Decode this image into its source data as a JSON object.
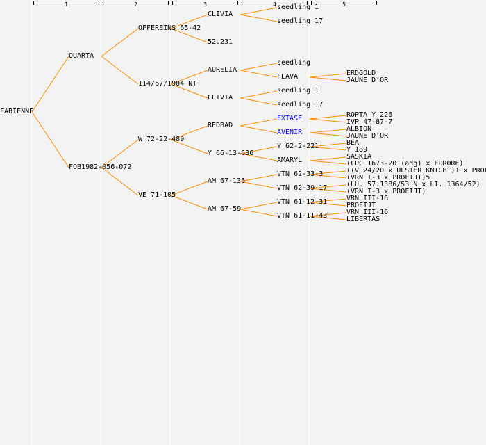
{
  "generation_headers": [
    "1",
    "2",
    "3",
    "4",
    "5"
  ],
  "colors": {
    "line": "#ff8c00",
    "text": "#000000",
    "highlight": "#0000ff",
    "background": "#f3f3f3"
  },
  "tree": {
    "name": "FABIENNE",
    "children": [
      {
        "name": "QUARTA",
        "children": [
          {
            "name": "OFFEREINS 65-42",
            "children": [
              {
                "name": "CLIVIA",
                "children": [
                  {
                    "name": "seedling 1"
                  },
                  {
                    "name": "seedling 17"
                  }
                ]
              },
              {
                "name": "52.231"
              }
            ]
          },
          {
            "name": "114/67/1904 NT",
            "children": [
              {
                "name": "AURELIA",
                "children": [
                  {
                    "name": "seedling"
                  },
                  {
                    "name": "FLAVA",
                    "children": [
                      {
                        "name": "ERDGOLD"
                      },
                      {
                        "name": "JAUNE D'OR"
                      }
                    ]
                  }
                ]
              },
              {
                "name": "CLIVIA",
                "children": [
                  {
                    "name": "seedling 1"
                  },
                  {
                    "name": "seedling 17"
                  }
                ]
              }
            ]
          }
        ]
      },
      {
        "name": "FOB1982-056-072",
        "children": [
          {
            "name": "W 72-22-489",
            "children": [
              {
                "name": "REDBAD",
                "children": [
                  {
                    "name": "EXTASE",
                    "highlight": true,
                    "children": [
                      {
                        "name": "ROPTA Y 226"
                      },
                      {
                        "name": "IVP 47-87-7"
                      }
                    ]
                  },
                  {
                    "name": "AVENIR",
                    "highlight": true,
                    "children": [
                      {
                        "name": "ALBION"
                      },
                      {
                        "name": "JAUNE D'OR"
                      }
                    ]
                  }
                ]
              },
              {
                "name": "Y 66-13-636",
                "children": [
                  {
                    "name": "Y 62-2-221",
                    "children": [
                      {
                        "name": "BEA"
                      },
                      {
                        "name": "Y 189"
                      }
                    ]
                  },
                  {
                    "name": "AMARYL",
                    "children": [
                      {
                        "name": "SASKIA"
                      },
                      {
                        "name": "(CPC 1673-20 (adg) x FURORE)"
                      }
                    ]
                  }
                ]
              }
            ]
          },
          {
            "name": "VE 71-105",
            "children": [
              {
                "name": "AM 67-136",
                "children": [
                  {
                    "name": "VTN 62-33-3",
                    "children": [
                      {
                        "name": "((V 24/20 x ULSTER KNIGHT)1 x PROF"
                      },
                      {
                        "name": "(VRN I-3 x PROFIJT)5"
                      }
                    ]
                  },
                  {
                    "name": "VTN 62-39-17",
                    "children": [
                      {
                        "name": "(LU. 57.1386/53 N x LI. 1364/52)"
                      },
                      {
                        "name": "(VRN I-3 x PROFIJT)"
                      }
                    ]
                  }
                ]
              },
              {
                "name": "AM 67-59",
                "children": [
                  {
                    "name": "VTN 61-12-31",
                    "children": [
                      {
                        "name": "VRN III-16"
                      },
                      {
                        "name": "PROFIJT"
                      }
                    ]
                  },
                  {
                    "name": "VTN 61-11-43",
                    "children": [
                      {
                        "name": "VRN III-16"
                      },
                      {
                        "name": "LIBERTAS"
                      }
                    ]
                  }
                ]
              }
            ]
          }
        ]
      }
    ]
  }
}
